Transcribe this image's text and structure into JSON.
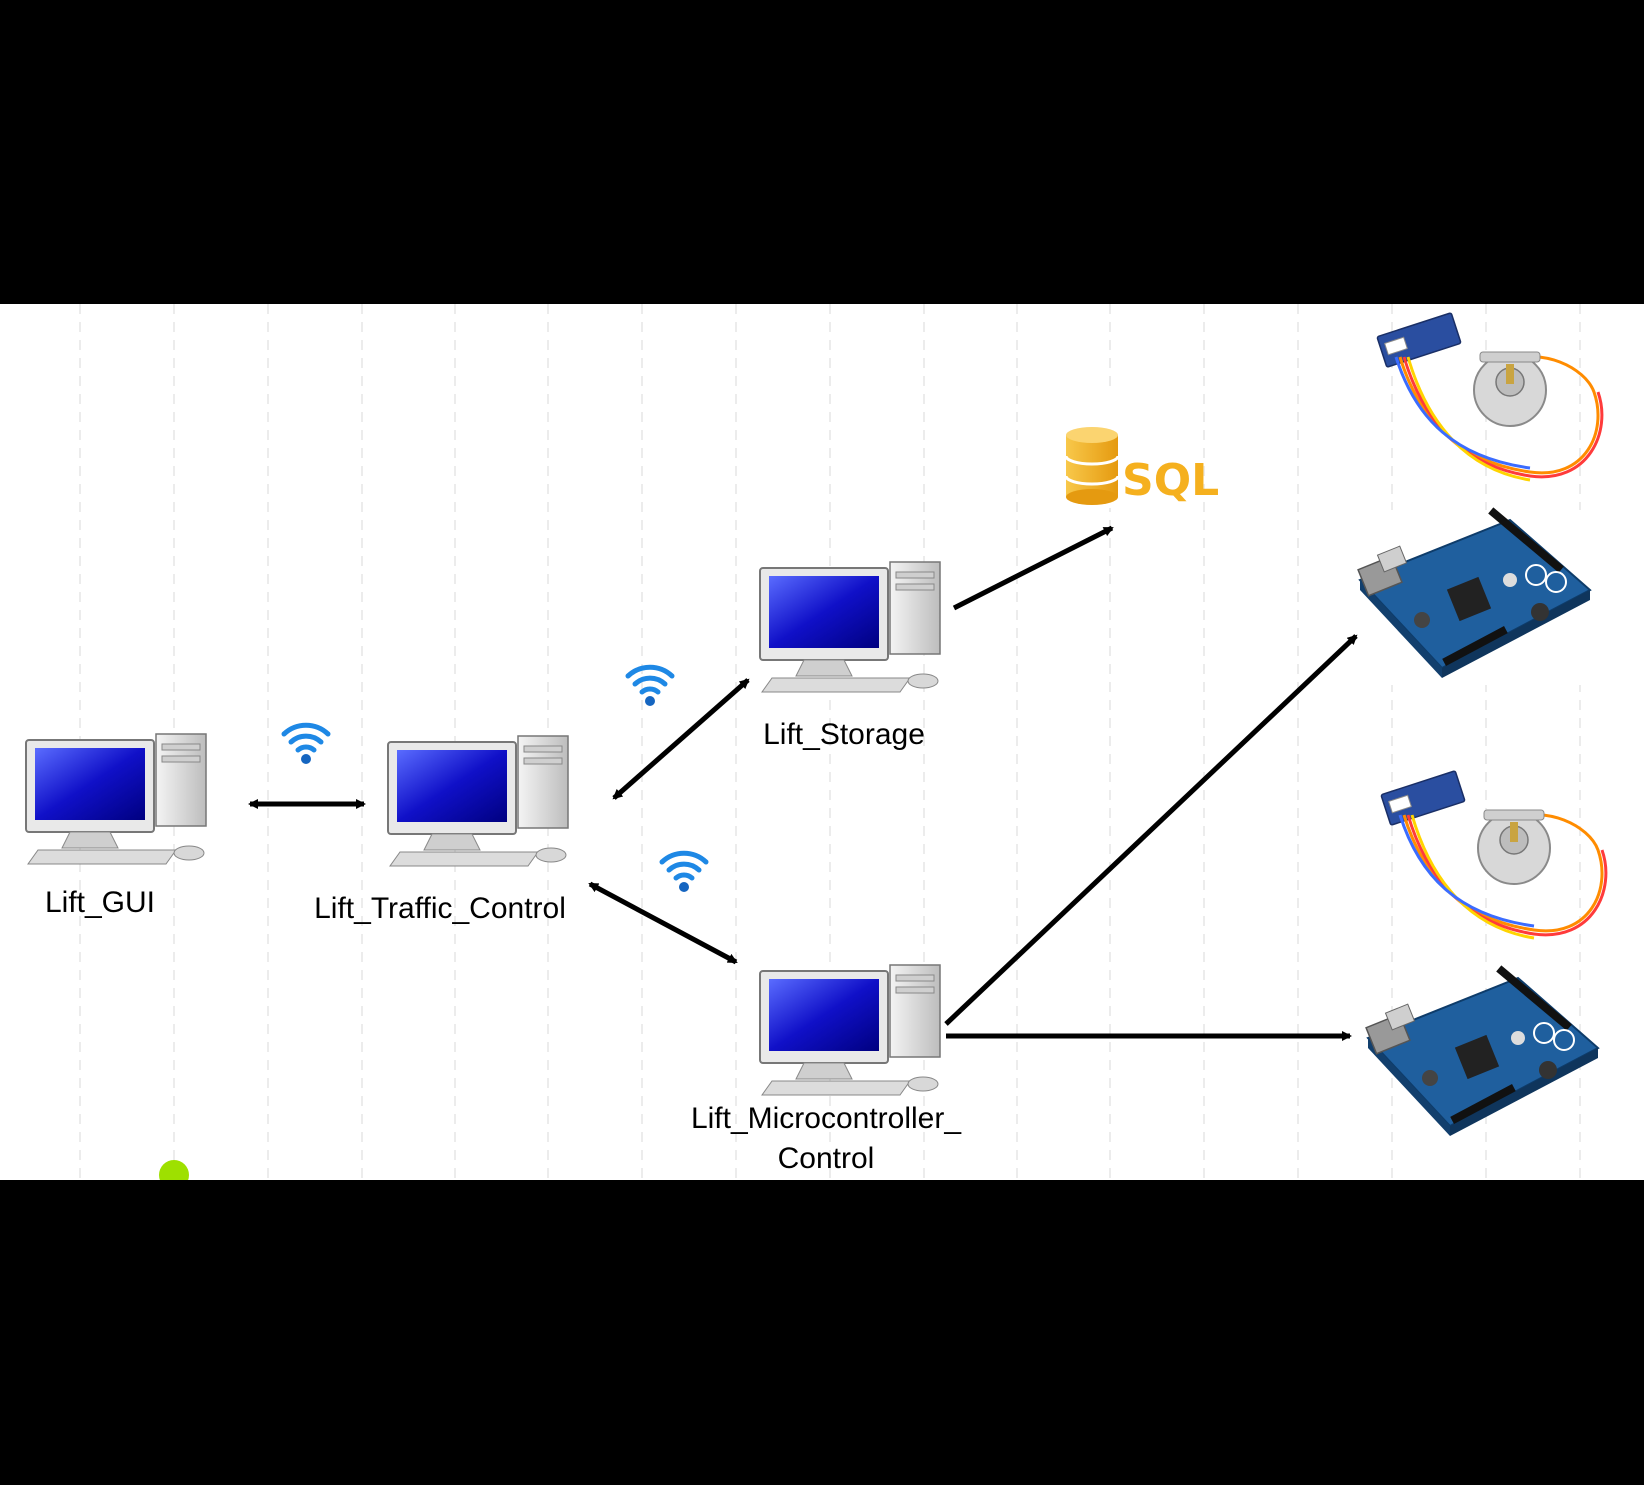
{
  "diagram": {
    "nodes": {
      "gui": {
        "label": "Lift_GUI"
      },
      "traffic": {
        "label": "Lift_Traffic_Control"
      },
      "storage": {
        "label": "Lift_Storage"
      },
      "micro": {
        "label_line1": "Lift_Microcontroller_",
        "label_line2": "Control"
      },
      "database": {
        "text": "SQL"
      }
    },
    "connections": [
      {
        "from": "Lift_GUI",
        "to": "Lift_Traffic_Control",
        "direction": "both",
        "wireless": true
      },
      {
        "from": "Lift_Traffic_Control",
        "to": "Lift_Storage",
        "direction": "both",
        "wireless": true
      },
      {
        "from": "Lift_Traffic_Control",
        "to": "Lift_Microcontroller_Control",
        "direction": "both",
        "wireless": true
      },
      {
        "from": "Lift_Storage",
        "to": "SQL",
        "direction": "forward"
      },
      {
        "from": "Lift_Microcontroller_Control",
        "to": "arduino-board-1",
        "direction": "forward"
      },
      {
        "from": "Lift_Microcontroller_Control",
        "to": "arduino-board-2",
        "direction": "forward"
      }
    ],
    "icons": [
      "desktop-computer-icon",
      "wifi-icon",
      "sql-database-icon",
      "arduino-board-icon",
      "stepper-motor-icon"
    ],
    "colors": {
      "band": "#000000",
      "canvas": "#ffffff",
      "screen": "#1a1ad6",
      "sql": "#f5b01e",
      "board": "#1f5f9e",
      "wifi": "#1e88e5"
    }
  }
}
